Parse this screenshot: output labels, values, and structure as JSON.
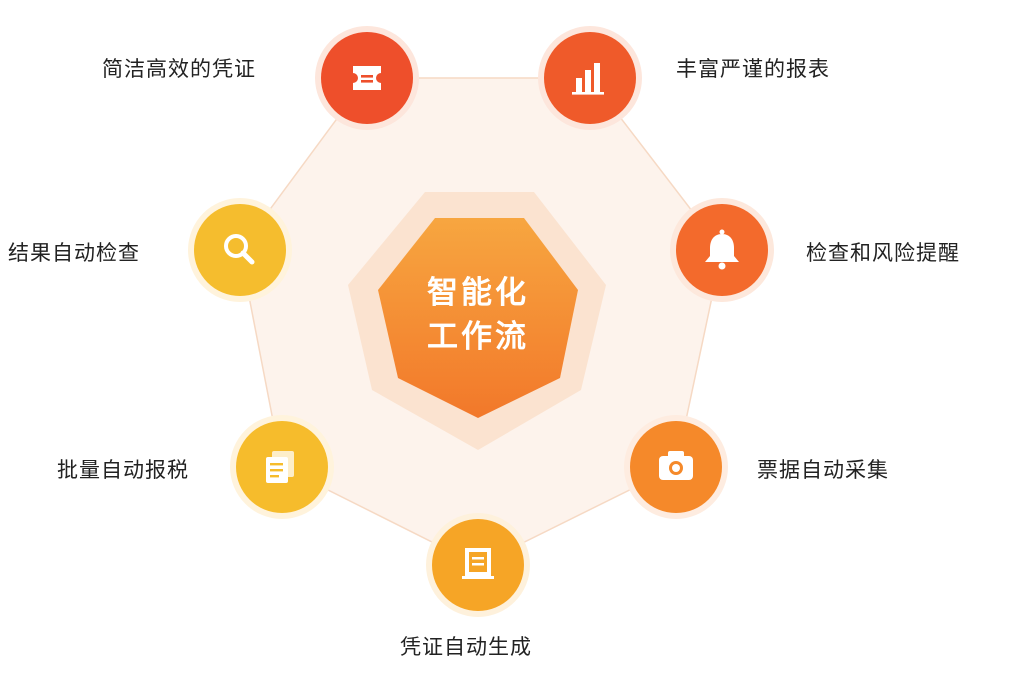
{
  "center": {
    "line1": "智能化",
    "line2": "工作流"
  },
  "nodes": [
    {
      "id": "voucher-simple",
      "label": "简洁高效的凭证",
      "icon": "ticket-icon",
      "color": "#ee4f2b"
    },
    {
      "id": "reports",
      "label": "丰富严谨的报表",
      "icon": "bar-chart-icon",
      "color": "#ef5a2a"
    },
    {
      "id": "risk-alert",
      "label": "检查和风险提醒",
      "icon": "bell-icon",
      "color": "#f36a2c"
    },
    {
      "id": "invoice-collect",
      "label": "票据自动采集",
      "icon": "camera-icon",
      "color": "#f5892a"
    },
    {
      "id": "voucher-auto",
      "label": "凭证自动生成",
      "icon": "document-icon",
      "color": "#f6a526"
    },
    {
      "id": "batch-tax",
      "label": "批量自动报税",
      "icon": "files-icon",
      "color": "#f6bc2c"
    },
    {
      "id": "result-check",
      "label": "结果自动检查",
      "icon": "search-icon",
      "color": "#f5bd2e"
    }
  ]
}
